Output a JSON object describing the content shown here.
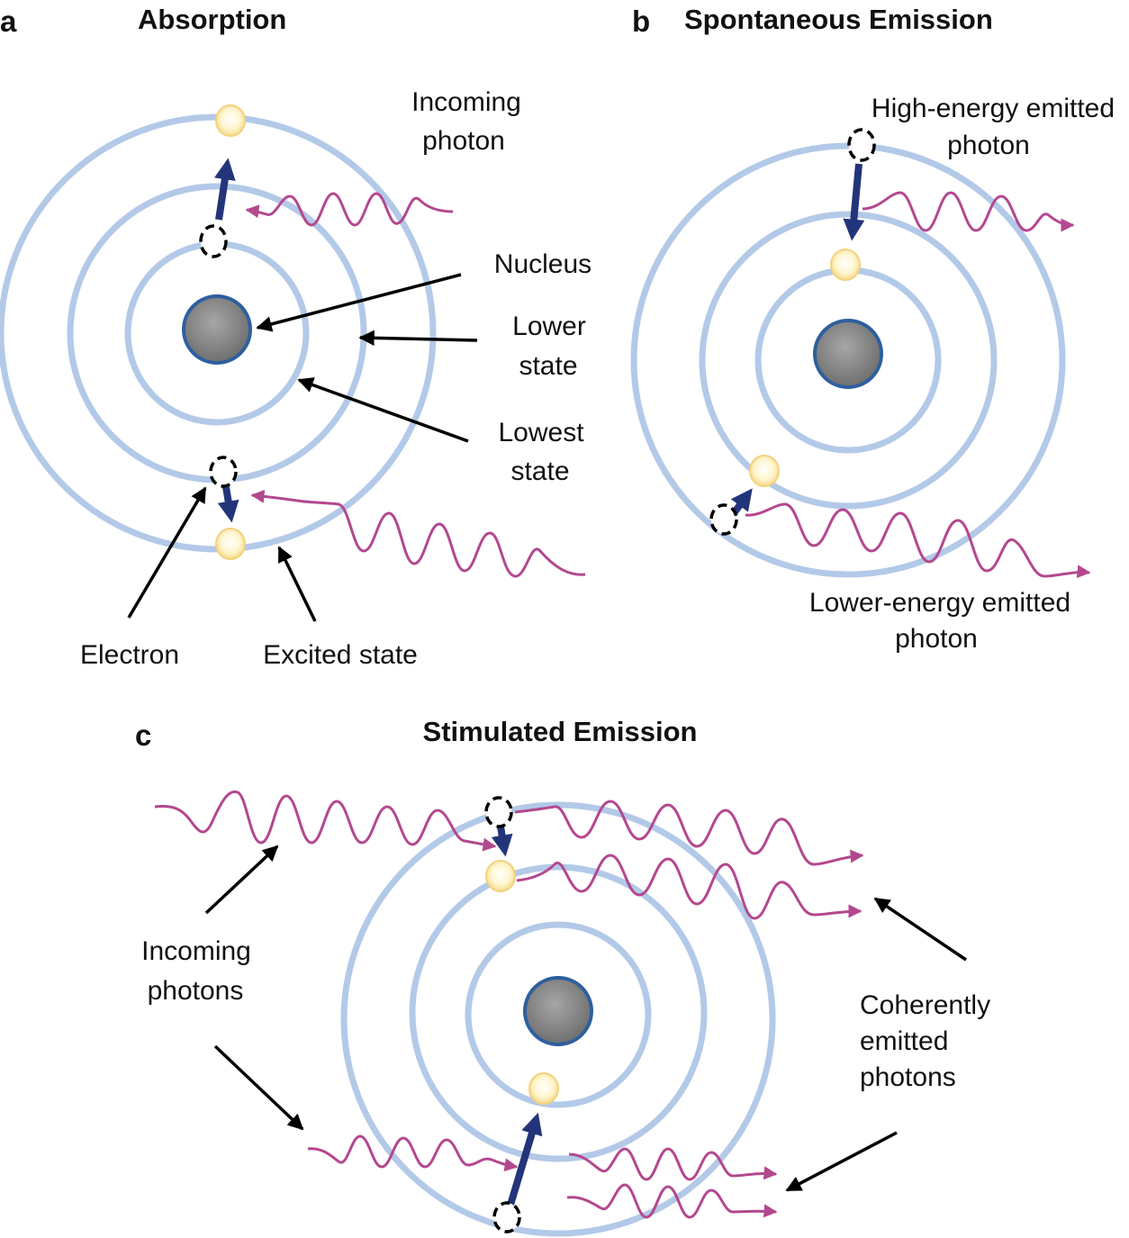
{
  "colors": {
    "orbit": "#b3c9e8",
    "nucleus_fill": "#8c8c8c",
    "nucleus_edge": "#2e5f9e",
    "photon_wave": "#b3488f",
    "electron_transition_arrow": "#23357a",
    "electron_fill": "#fff4c2",
    "label_pointer": "#000000"
  },
  "panel_a": {
    "letter": "a",
    "title": "Absorption",
    "labels": {
      "incoming_photon_1": "Incoming",
      "incoming_photon_2": "photon",
      "nucleus": "Nucleus",
      "lower_state_1": "Lower",
      "lower_state_2": "state",
      "lowest_state_1": "Lowest",
      "lowest_state_2": "state",
      "electron": "Electron",
      "excited_state": "Excited state"
    }
  },
  "panel_b": {
    "letter": "b",
    "title": "Spontaneous Emission",
    "labels": {
      "high_energy_1": "High-energy emitted",
      "high_energy_2": "photon",
      "lower_energy_1": "Lower-energy emitted",
      "lower_energy_2": "photon"
    }
  },
  "panel_c": {
    "letter": "c",
    "title": "Stimulated Emission",
    "labels": {
      "incoming_photons_1": "Incoming",
      "incoming_photons_2": "photons",
      "coherent_1": "Coherently",
      "coherent_2": "emitted",
      "coherent_3": "photons"
    }
  }
}
